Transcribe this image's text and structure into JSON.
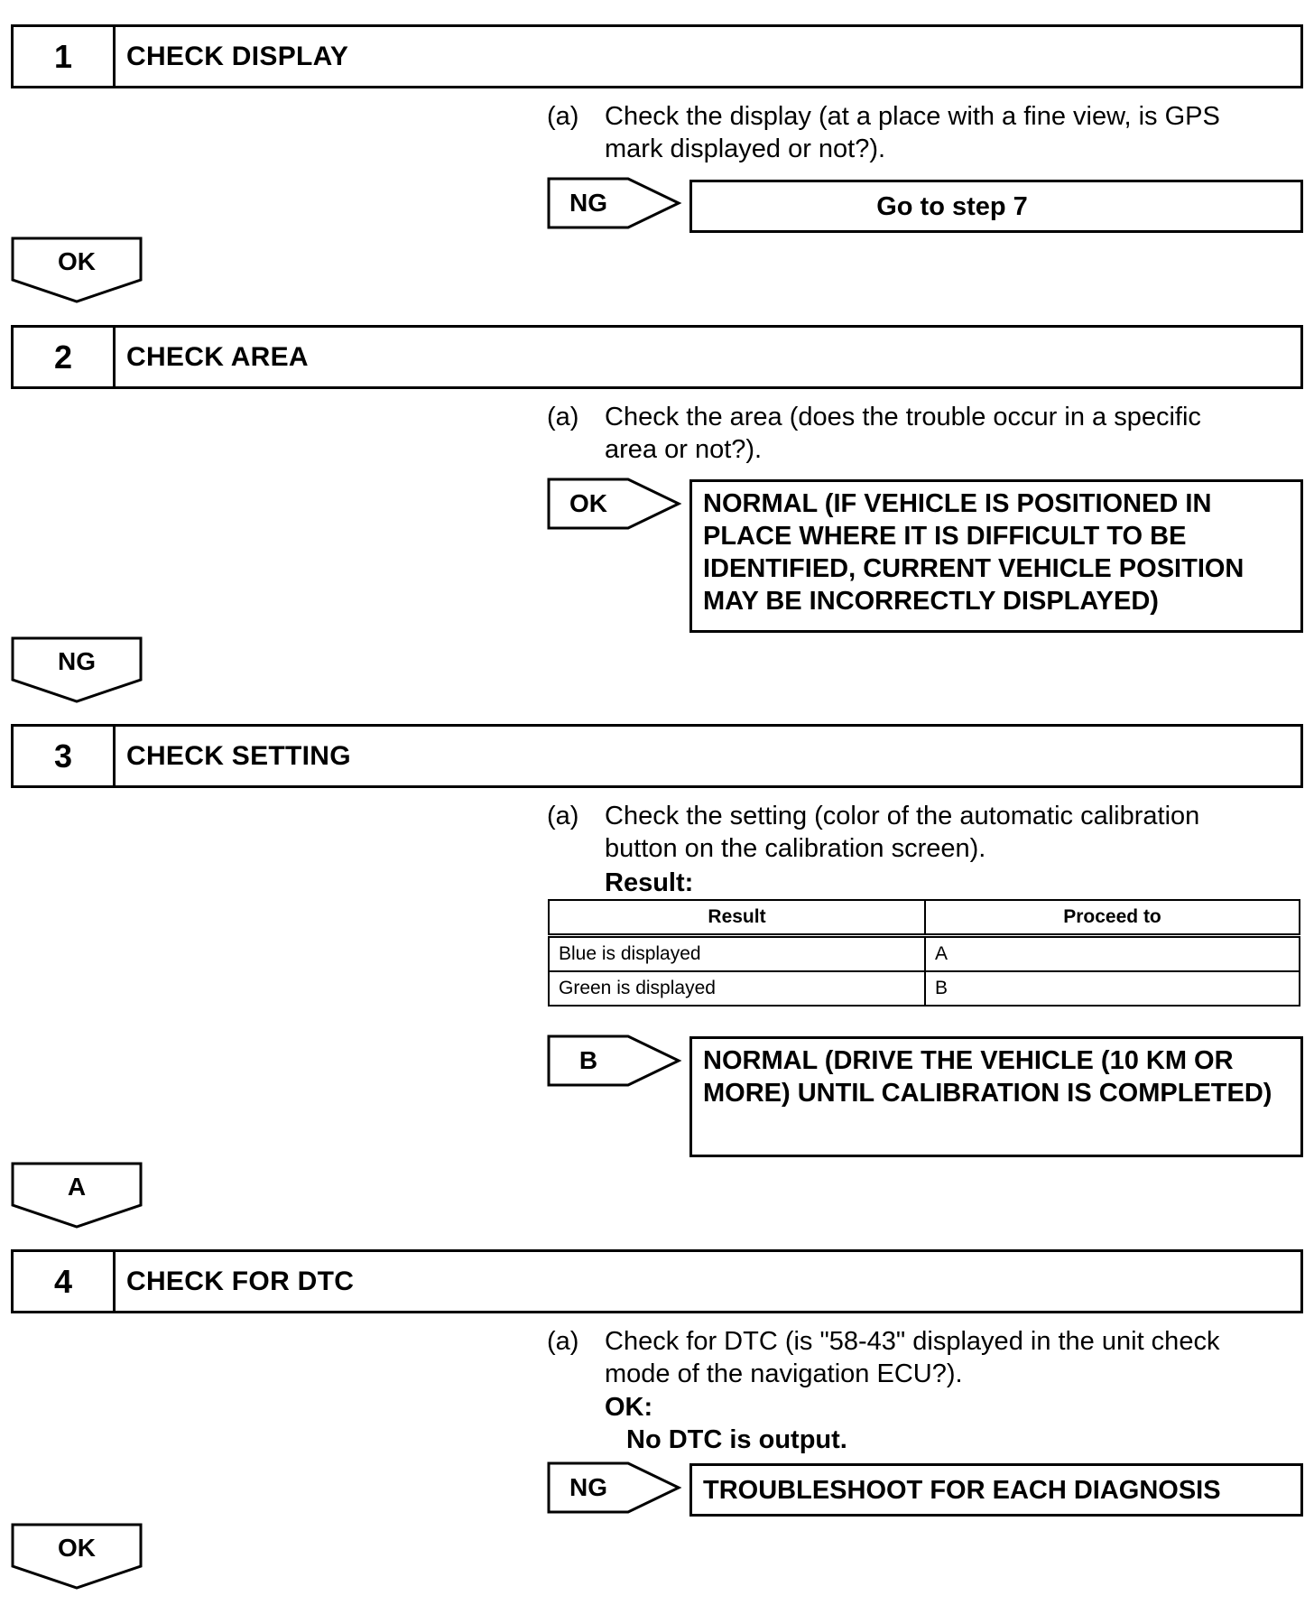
{
  "steps": [
    {
      "number": "1",
      "title": "CHECK DISPLAY",
      "instruction_label": "(a)",
      "instruction": "Check the display (at a place with a fine view, is GPS mark displayed or not?).",
      "branch_tag": "NG",
      "branch_result": "Go to step 7",
      "continue_tag": "OK"
    },
    {
      "number": "2",
      "title": "CHECK AREA",
      "instruction_label": "(a)",
      "instruction": "Check the area (does the trouble occur in a specific area or not?).",
      "branch_tag": "OK",
      "branch_result": "NORMAL (IF VEHICLE IS POSITIONED IN PLACE WHERE IT IS DIFFICULT TO BE IDENTIFIED, CURRENT VEHICLE POSITION MAY BE INCORRECTLY DISPLAYED)",
      "continue_tag": "NG"
    },
    {
      "number": "3",
      "title": "CHECK SETTING",
      "instruction_label": "(a)",
      "instruction": "Check the setting (color of the automatic calibration button on the calibration screen).",
      "result_heading": "Result:",
      "table": {
        "headers": [
          "Result",
          "Proceed to"
        ],
        "rows": [
          [
            "Blue is displayed",
            "A"
          ],
          [
            "Green is displayed",
            "B"
          ]
        ]
      },
      "branch_tag": "B",
      "branch_result": "NORMAL (DRIVE THE VEHICLE (10 KM OR MORE) UNTIL CALIBRATION IS COMPLETED)",
      "continue_tag": "A"
    },
    {
      "number": "4",
      "title": "CHECK FOR DTC",
      "instruction_label": "(a)",
      "instruction": "Check for DTC (is \"58-43\" displayed in the unit check mode of the navigation ECU?).",
      "ok_heading": "OK:",
      "ok_detail": "No DTC is output.",
      "branch_tag": "NG",
      "branch_result": "TROUBLESHOOT FOR EACH DIAGNOSIS",
      "continue_tag": "OK"
    }
  ]
}
